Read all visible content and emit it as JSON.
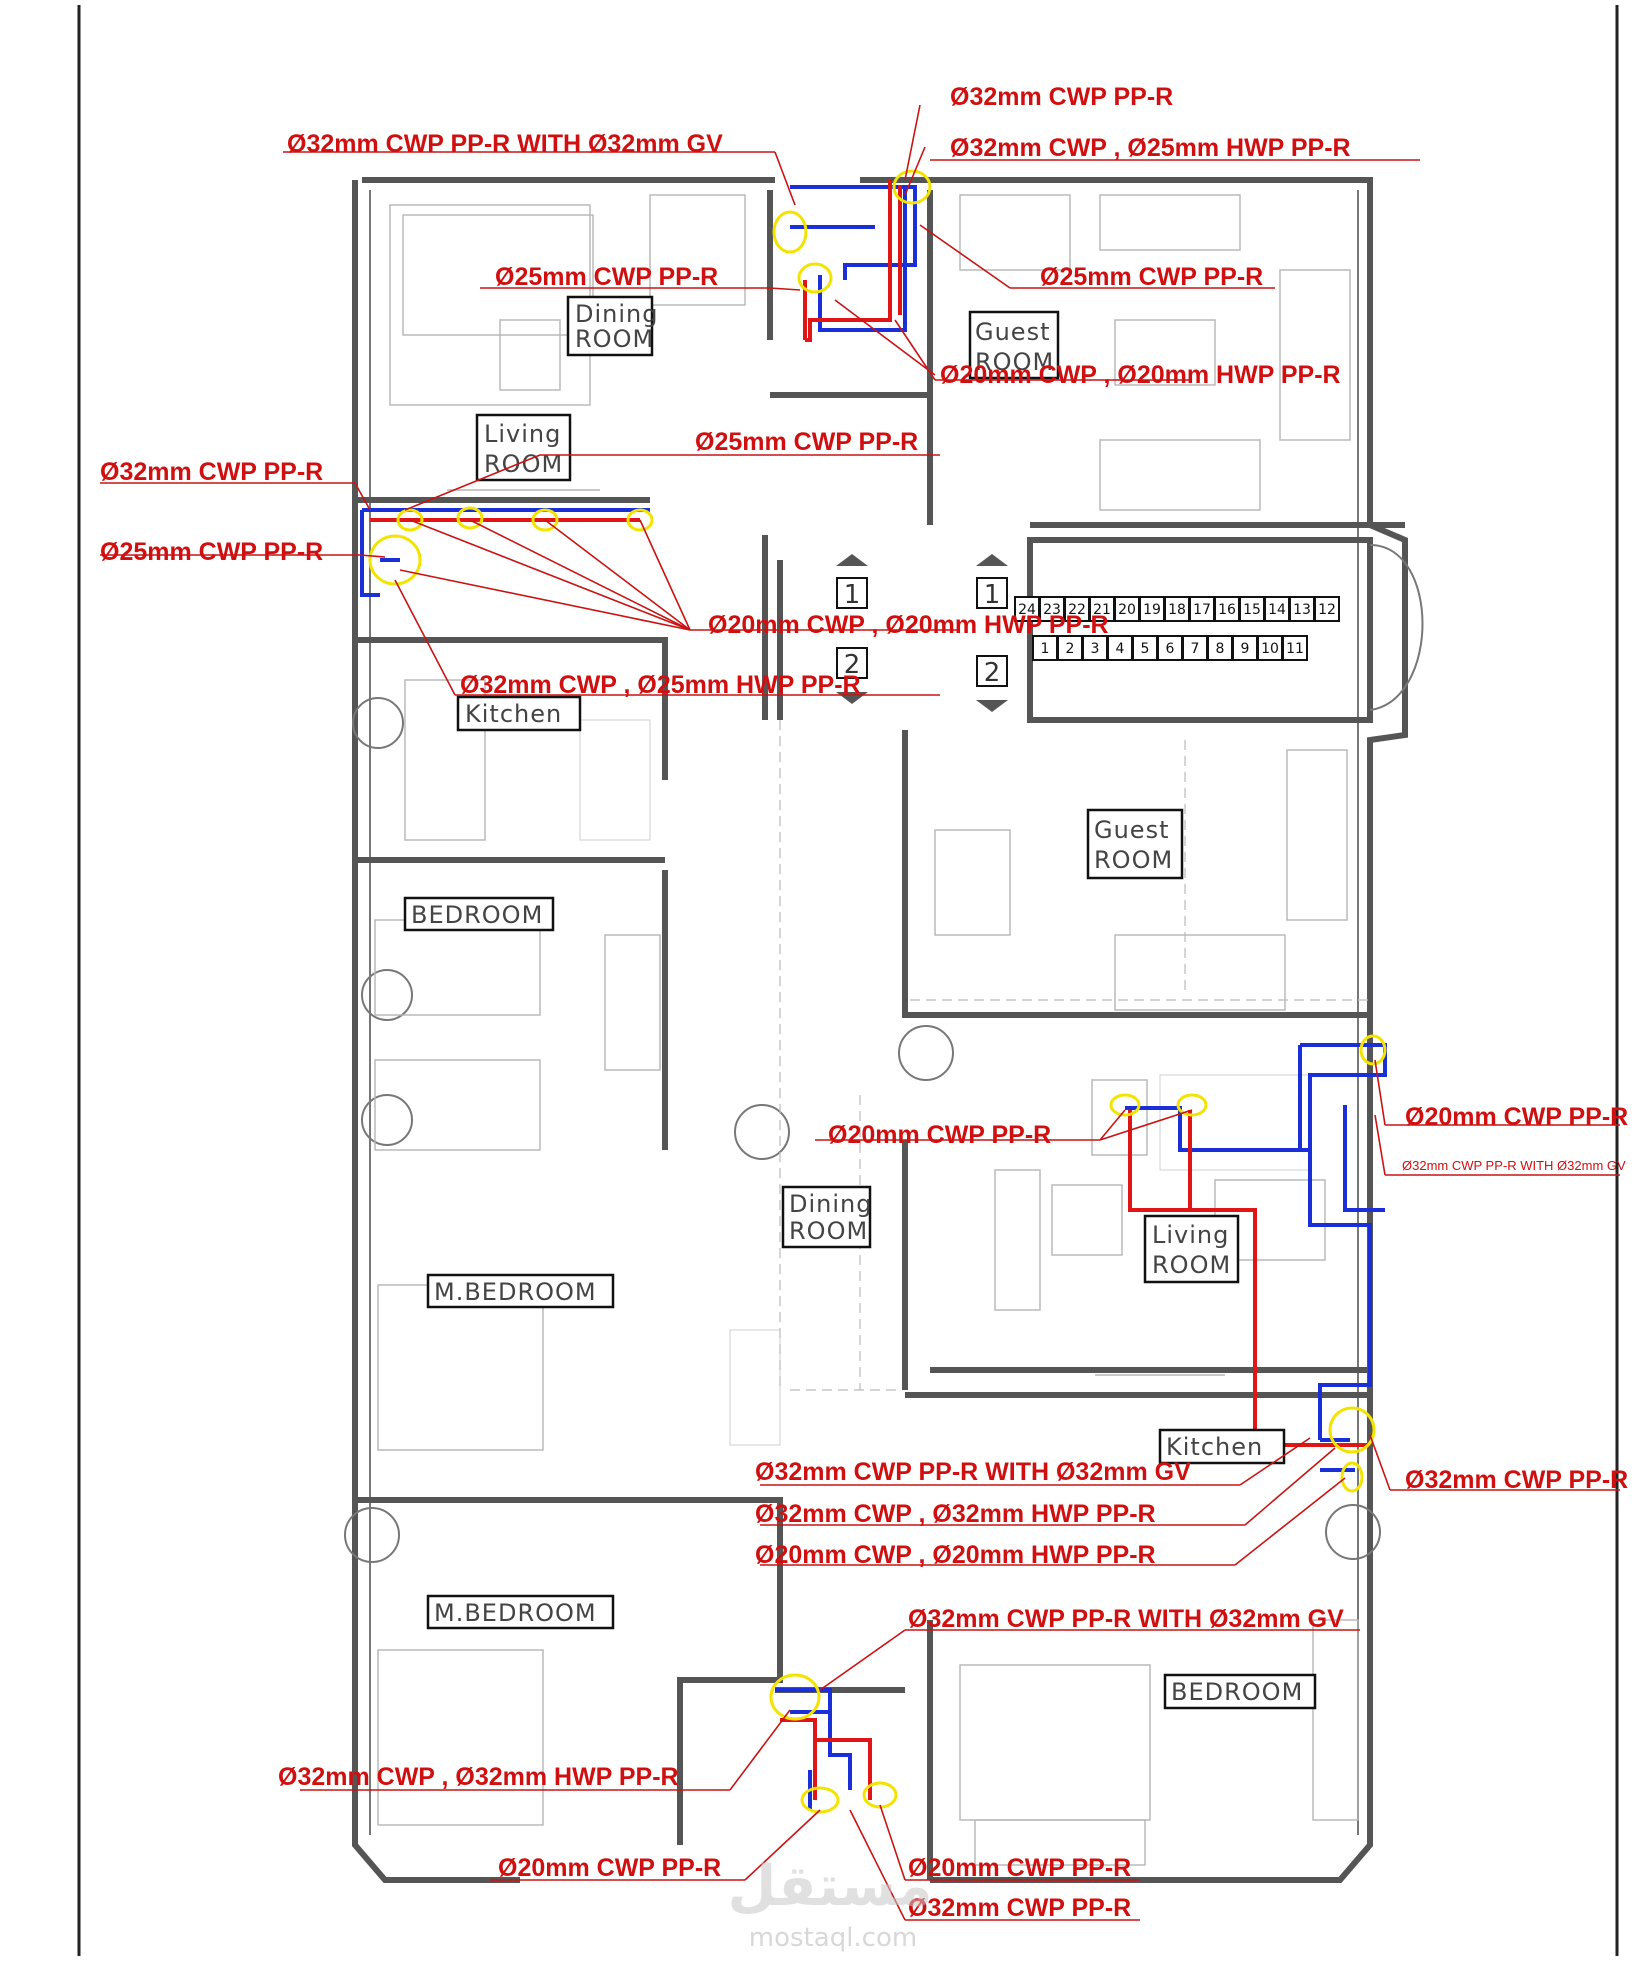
{
  "rooms": {
    "dining_top": [
      "Dining",
      "ROOM"
    ],
    "guest_top": [
      "Guest",
      "ROOM"
    ],
    "living_top": [
      "Living",
      "ROOM"
    ],
    "kitchen_left": "Kitchen",
    "bedroom_left": "BEDROOM",
    "guest_mid": [
      "Guest",
      "ROOM"
    ],
    "dining_mid": [
      "Dining",
      "ROOM"
    ],
    "living_mid": [
      "Living",
      "ROOM"
    ],
    "mbedroom_1": "M.BEDROOM",
    "kitchen_right": "Kitchen",
    "mbedroom_2": "M.BEDROOM",
    "bedroom_right": "BEDROOM"
  },
  "callouts": {
    "c01": "Ø32mm CWP PP-R",
    "c02": "Ø32mm CWP PP-R WITH Ø32mm GV",
    "c03": "Ø32mm CWP , Ø25mm HWP PP-R",
    "c04": "Ø25mm CWP PP-R",
    "c05": "Ø25mm CWP PP-R",
    "c06": "Ø20mm CWP , Ø20mm HWP PP-R",
    "c07": "Ø25mm CWP PP-R",
    "c08": "Ø32mm CWP PP-R",
    "c09": "Ø25mm CWP PP-R",
    "c10": "Ø20mm CWP , Ø20mm HWP PP-R",
    "c11": "Ø32mm CWP , Ø25mm HWP PP-R",
    "c12": "Ø20mm CWP PP-R",
    "c13": "Ø20mm CWP PP-R",
    "c14": "Ø32mm CWP PP-R WITH Ø32mm GV",
    "c15": "Ø32mm CWP PP-R WITH Ø32mm GV",
    "c16": "Ø32mm CWP PP-R",
    "c17": "Ø32mm CWP , Ø32mm HWP PP-R",
    "c18": "Ø20mm CWP , Ø20mm HWP PP-R",
    "c19": "Ø32mm CWP PP-R WITH Ø32mm GV",
    "c20": "Ø32mm CWP , Ø32mm HWP PP-R",
    "c21": "Ø20mm CWP PP-R",
    "c22": "Ø20mm CWP PP-R",
    "c23": "Ø32mm CWP PP-R"
  },
  "stairs": {
    "upper": [
      "24",
      "23",
      "22",
      "21",
      "20",
      "19",
      "18",
      "17",
      "16",
      "15",
      "14",
      "13",
      "12"
    ],
    "lower": [
      "1",
      "2",
      "3",
      "4",
      "5",
      "6",
      "7",
      "8",
      "9",
      "10",
      "11"
    ]
  },
  "levels": [
    "1",
    "1",
    "2",
    "2"
  ],
  "watermark": {
    "logo": "مستقل",
    "url": "mostaql.com"
  },
  "colors": {
    "cold_water": "#1a2fd8",
    "hot_water": "#e01515",
    "callout": "#d01010",
    "fixture_ring": "#f2e400"
  }
}
